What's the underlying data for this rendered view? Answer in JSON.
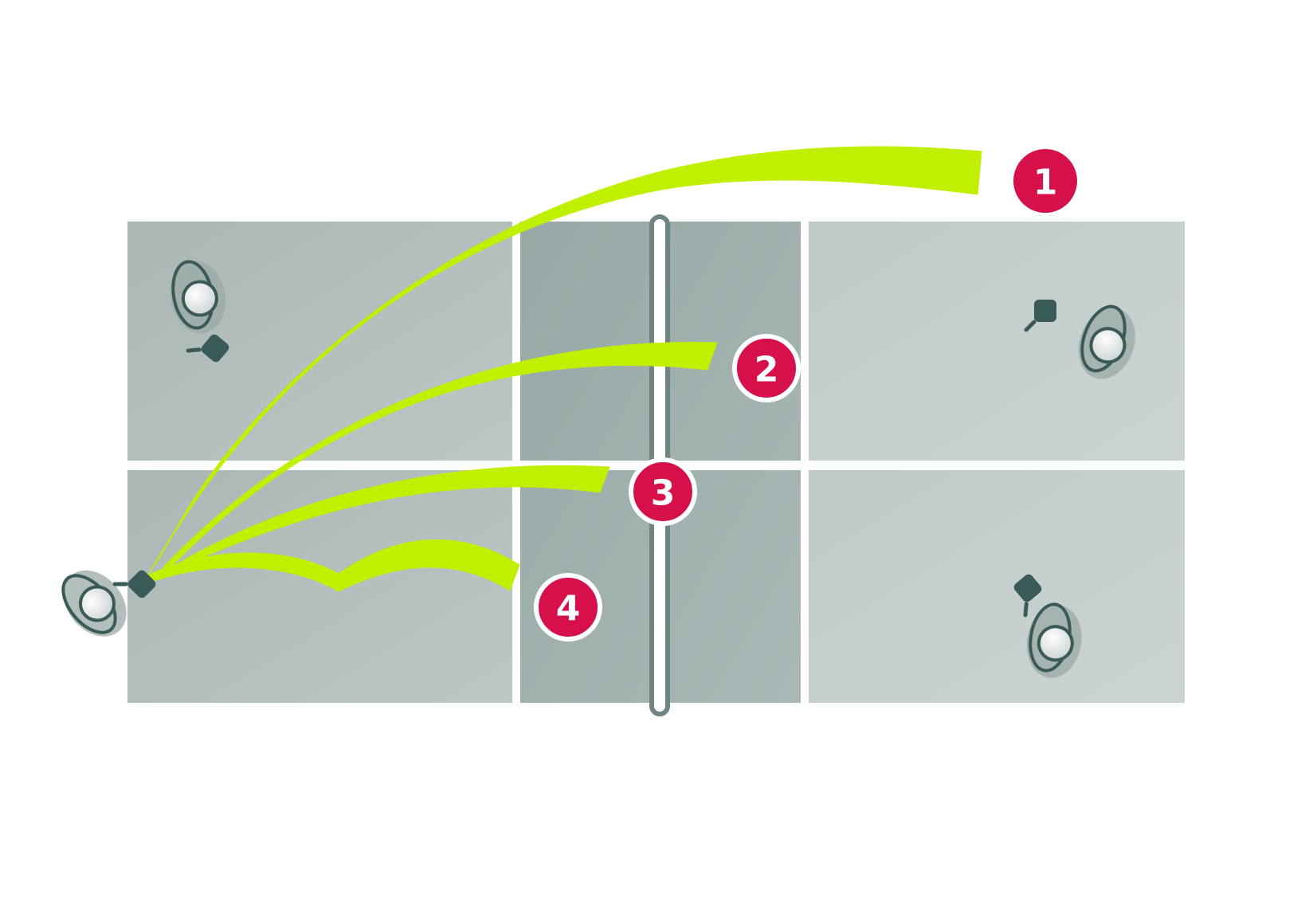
{
  "colors": {
    "background": "#ffffff",
    "court_outer": "#b8c4c2",
    "court_kitchen": "#9fb0ae",
    "court_far": "#c4cecc",
    "court_lines": "#ffffff",
    "net": "#6f8583",
    "shot_path": "#c0f000",
    "marker_fill": "#d6104a",
    "marker_stroke": "#ffffff",
    "player_stroke": "#3a5a57",
    "player_shadow": "#9aa9a7",
    "paddle": "#3a5a57"
  },
  "shots": [
    {
      "id": 1,
      "label": "1",
      "icon": "deep-lob-path"
    },
    {
      "id": 2,
      "label": "2",
      "icon": "drive-past-net-path"
    },
    {
      "id": 3,
      "label": "3",
      "icon": "shot-to-net-path"
    },
    {
      "id": 4,
      "label": "4",
      "icon": "bounce-short-path"
    }
  ],
  "players": [
    {
      "id": "near-top",
      "icon": "player-icon"
    },
    {
      "id": "near-hitter",
      "icon": "player-icon"
    },
    {
      "id": "far-top",
      "icon": "player-icon"
    },
    {
      "id": "far-bottom",
      "icon": "player-icon"
    }
  ]
}
